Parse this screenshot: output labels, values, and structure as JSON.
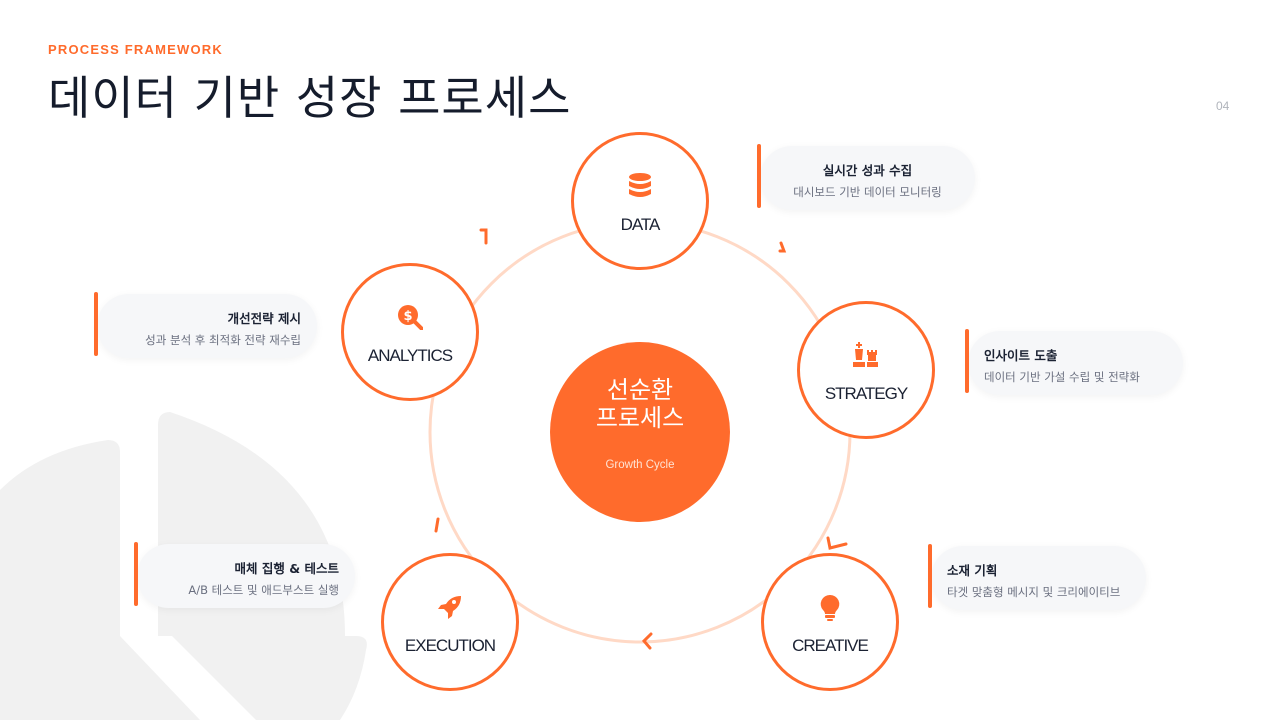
{
  "header": {
    "eyebrow": "PROCESS  FRAMEWORK",
    "title": "데이터 기반 성장 프로세스",
    "page_number": "04"
  },
  "center": {
    "title": "선순환 프로세스",
    "subtitle": "Growth Cycle"
  },
  "nodes": [
    {
      "label": "DATA",
      "icon": "database-icon",
      "card_title": "실시간 성과 수집",
      "card_desc": "대시보드 기반 데이터 모니터링"
    },
    {
      "label": "STRATEGY",
      "icon": "chess-icon",
      "card_title": "인사이트 도출",
      "card_desc": "데이터 기반 가설 수립 및 전략화"
    },
    {
      "label": "CREATIVE",
      "icon": "lightbulb-icon",
      "card_title": "소재 기획",
      "card_desc": "타겟 맞춤형 메시지 및 크리에이티브"
    },
    {
      "label": "EXECUTION",
      "icon": "rocket-icon",
      "card_title": "매체 집행 & 테스트",
      "card_desc": "A/B 테스트 및 애드부스트 실행"
    },
    {
      "label": "ANALYTICS",
      "icon": "search-dollar-icon",
      "card_title": "개선전략 제시",
      "card_desc": "성과 분석 후 최적화 전략 재수립"
    }
  ],
  "colors": {
    "accent": "#ff6b2c",
    "ring": "#ffd9c6",
    "text": "#1b2233",
    "card_bg": "#f6f7f9",
    "bg_shape": "#f1f1f1"
  }
}
